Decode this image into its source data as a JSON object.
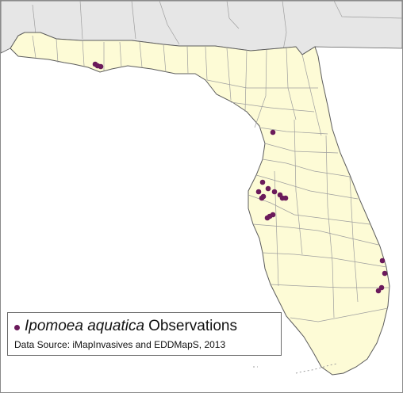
{
  "map": {
    "colors": {
      "state_fill": "#fdfbd6",
      "neighbor_fill": "#e6e6e6",
      "county_line": "#9e9e9e",
      "state_outline": "#5c5c5c",
      "observation_dot": "#6b1a5b"
    },
    "observation_count": 20
  },
  "legend": {
    "species": "Ipomoea aquatica",
    "suffix": "Observations",
    "source": "Data Source: iMapInvasives and EDDMapS, 2013"
  }
}
